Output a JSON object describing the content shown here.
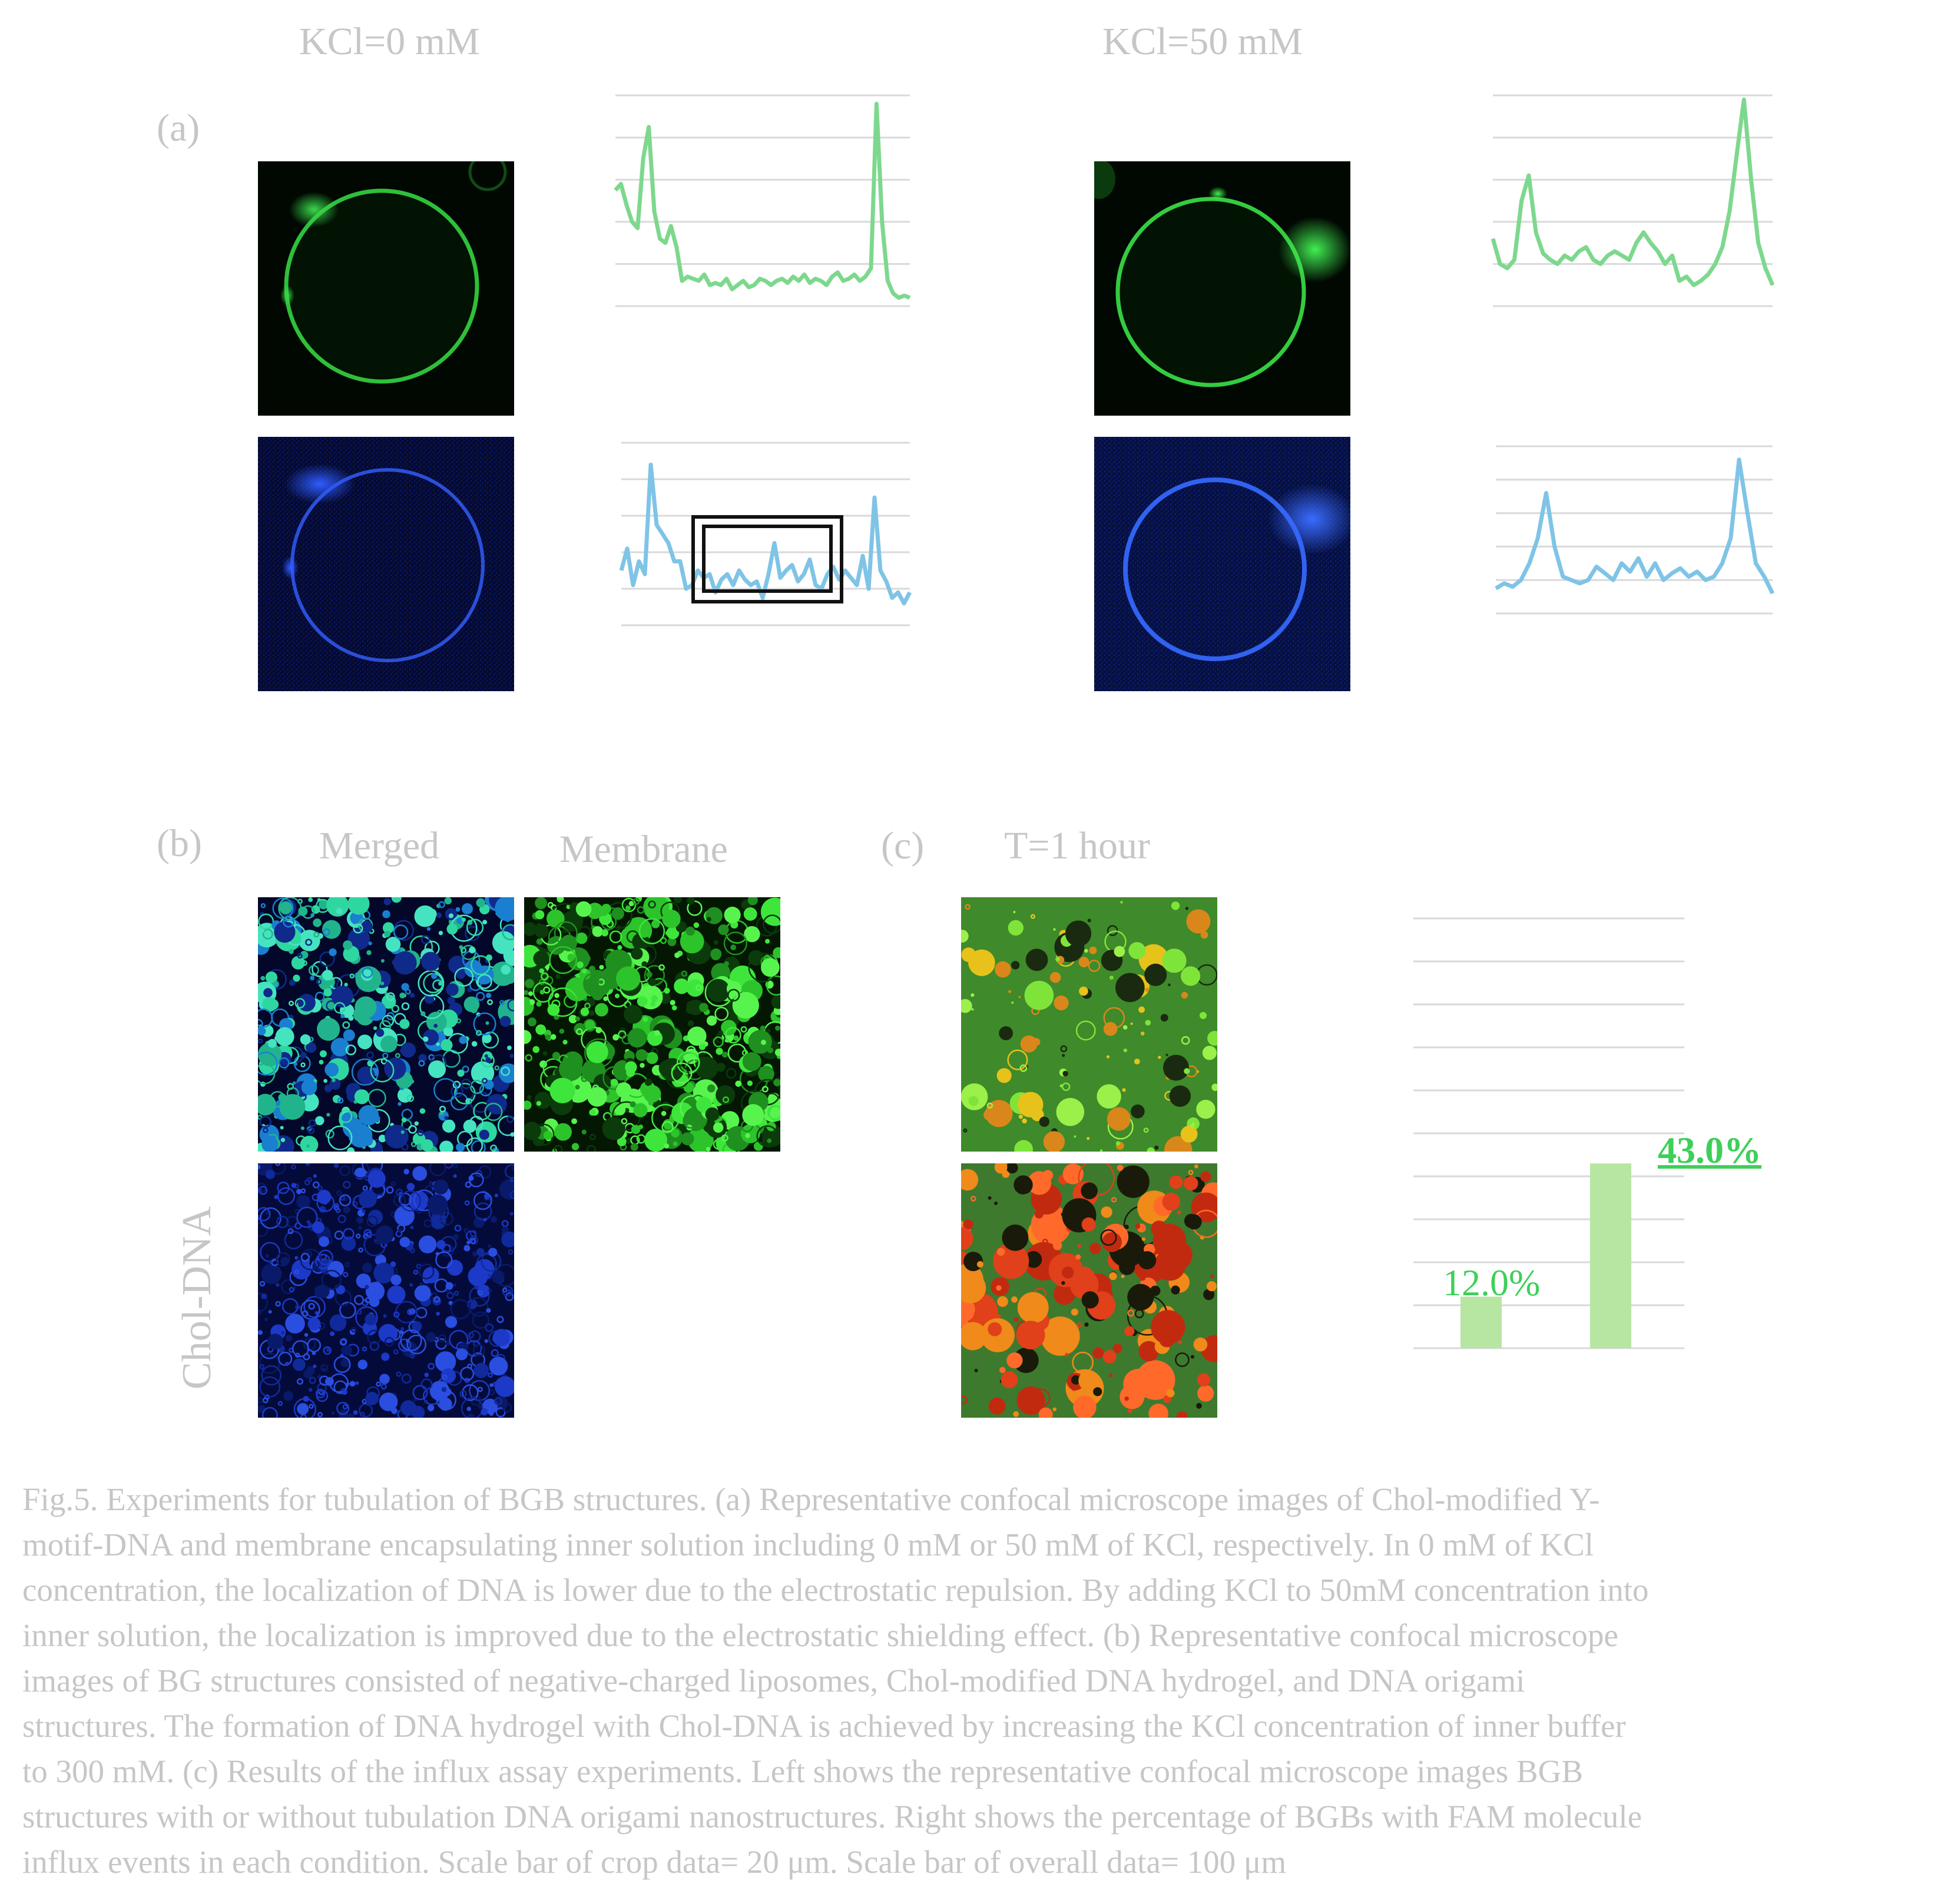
{
  "panel_a": {
    "letter": "(a)",
    "col1_title": "KCl=0 mM",
    "col2_title": "KCl=50 mM"
  },
  "panel_b": {
    "letter": "(b)",
    "col1_title": "Merged",
    "col2_title": "Membrane",
    "row_label": "Chol-DNA"
  },
  "panel_c": {
    "letter": "(c)",
    "title": "T=1 hour",
    "bar_labels": [
      "12.0%",
      "43.0%"
    ]
  },
  "colors": {
    "green_line": "#7dd88e",
    "blue_line": "#7fc4e6",
    "bar": "#b7e6a2",
    "label_green": "#3ecf5a",
    "grid": "#d9d9d9"
  },
  "chart_data": [
    {
      "type": "line",
      "series": [
        {
          "values": [
            0.55,
            0.58,
            0.48,
            0.4,
            0.37,
            0.7,
            0.85,
            0.45,
            0.32,
            0.3,
            0.38,
            0.28,
            0.12,
            0.14,
            0.13,
            0.12,
            0.15,
            0.1,
            0.11,
            0.1,
            0.13,
            0.08,
            0.1,
            0.12,
            0.09,
            0.1,
            0.13,
            0.12,
            0.1,
            0.12,
            0.13,
            0.11,
            0.14,
            0.12,
            0.15,
            0.11,
            0.13,
            0.12,
            0.1,
            0.14,
            0.16,
            0.12,
            0.13,
            0.15,
            0.12,
            0.14,
            0.18,
            0.96,
            0.4,
            0.12,
            0.06,
            0.04,
            0.05,
            0.04
          ]
        }
      ],
      "color": "#7dd88e"
    },
    {
      "type": "line",
      "series": [
        {
          "values": [
            0.3,
            0.42,
            0.22,
            0.35,
            0.28,
            0.88,
            0.55,
            0.5,
            0.45,
            0.35,
            0.35,
            0.2,
            0.22,
            0.3,
            0.26,
            0.28,
            0.18,
            0.25,
            0.28,
            0.22,
            0.3,
            0.25,
            0.22,
            0.24,
            0.15,
            0.28,
            0.45,
            0.26,
            0.3,
            0.33,
            0.24,
            0.28,
            0.36,
            0.22,
            0.2,
            0.28,
            0.32,
            0.25,
            0.3,
            0.26,
            0.22,
            0.38,
            0.2,
            0.7,
            0.3,
            0.24,
            0.15,
            0.18,
            0.12,
            0.18
          ]
        }
      ],
      "color": "#7fc4e6"
    },
    {
      "type": "line",
      "series": [
        {
          "values": [
            0.32,
            0.2,
            0.18,
            0.22,
            0.5,
            0.62,
            0.35,
            0.25,
            0.22,
            0.2,
            0.24,
            0.22,
            0.26,
            0.28,
            0.22,
            0.2,
            0.24,
            0.26,
            0.24,
            0.22,
            0.3,
            0.35,
            0.3,
            0.26,
            0.2,
            0.24,
            0.12,
            0.14,
            0.1,
            0.12,
            0.15,
            0.2,
            0.28,
            0.45,
            0.72,
            0.98,
            0.6,
            0.3,
            0.18,
            0.1
          ]
        }
      ],
      "color": "#7dd88e"
    },
    {
      "type": "line",
      "series": [
        {
          "values": [
            0.15,
            0.18,
            0.16,
            0.2,
            0.3,
            0.45,
            0.72,
            0.4,
            0.22,
            0.2,
            0.18,
            0.2,
            0.28,
            0.24,
            0.2,
            0.3,
            0.25,
            0.33,
            0.22,
            0.3,
            0.2,
            0.24,
            0.27,
            0.22,
            0.25,
            0.2,
            0.22,
            0.3,
            0.45,
            0.92,
            0.6,
            0.3,
            0.22,
            0.12
          ]
        }
      ],
      "color": "#7fc4e6"
    },
    {
      "type": "bar",
      "categories": [
        "",
        ""
      ],
      "values": [
        12.0,
        43.0
      ],
      "data_labels": [
        "12.0%",
        "43.0%"
      ],
      "ylim": [
        0,
        100
      ],
      "color": "#b7e6a2"
    }
  ],
  "caption": [
    "Fig.5. Experiments for tubulation of BGB structures. (a) Representative confocal microscope images of Chol-modified Y-",
    "motif-DNA and membrane encapsulating inner solution including 0 mM or 50 mM of KCl, respectively. In 0 mM of KCl",
    "concentration, the localization of DNA is lower due to the electrostatic repulsion. By adding KCl to 50mM concentration into",
    "inner solution, the localization is improved due to the electrostatic shielding effect. (b) Representative confocal microscope",
    "images of BG structures consisted of negative-charged liposomes, Chol-modified DNA hydrogel, and DNA origami",
    "structures. The formation of DNA hydrogel with Chol-DNA is achieved by increasing the KCl concentration of inner buffer",
    "to 300 mM.  (c) Results of the influx assay experiments. Left shows the representative confocal microscope images BGB",
    "structures with or without tubulation DNA origami nanostructures. Right shows the percentage of BGBs with FAM molecule",
    "influx events in each condition. Scale bar of crop data= 20 μm. Scale bar of overall data= 100 μm"
  ]
}
